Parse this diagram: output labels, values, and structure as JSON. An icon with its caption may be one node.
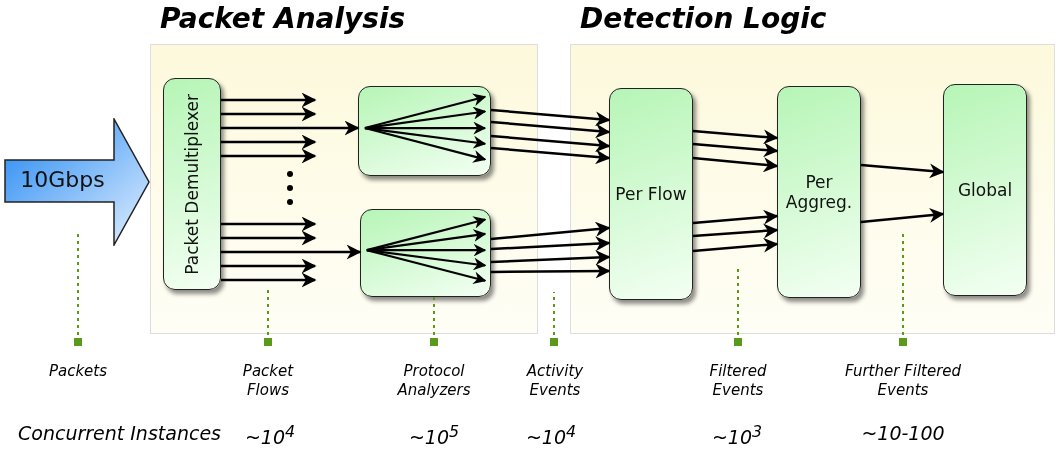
{
  "diagram": {
    "nodes": [
      {
        "text": [
          "10Gbps"
        ]
      },
      {
        "text": [
          "Packet Analysis"
        ]
      },
      {
        "text": [
          "Packet Demultiplexer"
        ],
        "in": 1
      },
      {
        "text": [],
        "shape": "box",
        "in": 1
      },
      {
        "text": [],
        "shape": "box",
        "in": 1
      },
      {
        "text": [
          "Detection Logic"
        ]
      },
      {
        "text": [
          "Per Flow"
        ],
        "in": 5
      },
      {
        "text": [
          "Per Aggreg."
        ],
        "in": 5
      },
      {
        "text": [
          "Global"
        ],
        "in": 5
      },
      {
        "text": [
          "Packets"
        ]
      },
      {
        "text": [
          "Packet Flows"
        ]
      },
      {
        "text": [
          "Protocol Analyzers"
        ]
      },
      {
        "text": [
          "Activity Events"
        ]
      },
      {
        "text": [
          "Filtered Events"
        ]
      },
      {
        "text": [
          "Further Filtered Events"
        ]
      }
    ],
    "edges": [
      {
        "from": 2,
        "to": null,
        "arrow": "to"
      },
      {
        "from": 2,
        "to": null,
        "arrow": "to"
      },
      {
        "from": 2,
        "to": 3,
        "arrow": "to"
      },
      {
        "from": 2,
        "to": null,
        "arrow": "to"
      },
      {
        "from": 2,
        "to": null,
        "arrow": "to"
      },
      {
        "from": 2,
        "to": null,
        "arrow": "to"
      },
      {
        "from": 2,
        "to": null,
        "arrow": "to"
      },
      {
        "from": 2,
        "to": 4,
        "arrow": "to"
      },
      {
        "from": 2,
        "to": null,
        "arrow": "to"
      },
      {
        "from": 2,
        "to": null,
        "arrow": "to"
      },
      {
        "from": 3,
        "to": 6,
        "arrow": "to"
      },
      {
        "from": 3,
        "to": 6,
        "arrow": "to"
      },
      {
        "from": 3,
        "to": 6,
        "arrow": "to"
      },
      {
        "from": 3,
        "to": 6,
        "arrow": "to"
      },
      {
        "from": 4,
        "to": 6,
        "arrow": "to"
      },
      {
        "from": 4,
        "to": 6,
        "arrow": "to"
      },
      {
        "from": 4,
        "to": 6,
        "arrow": "to"
      },
      {
        "from": 4,
        "to": 6,
        "arrow": "to"
      },
      {
        "from": 6,
        "to": 7,
        "arrow": "to"
      },
      {
        "from": 6,
        "to": 7,
        "arrow": "to"
      },
      {
        "from": 6,
        "to": 7,
        "arrow": "to"
      },
      {
        "from": 6,
        "to": 7,
        "arrow": "to"
      },
      {
        "from": 6,
        "to": 7,
        "arrow": "to"
      },
      {
        "from": 6,
        "to": 7,
        "arrow": "to"
      },
      {
        "from": 7,
        "to": 8,
        "arrow": "to"
      },
      {
        "from": 7,
        "to": 8,
        "arrow": "to"
      },
      {
        "from": 9,
        "to": null,
        "arrow": "other",
        "style": "dashed",
        "color": "#5a9a1a"
      },
      {
        "from": 10,
        "to": null,
        "arrow": "other",
        "style": "dashed",
        "color": "#5a9a1a"
      },
      {
        "from": 11,
        "to": 4,
        "arrow": "other",
        "style": "dashed",
        "color": "#5a9a1a"
      },
      {
        "from": 12,
        "to": null,
        "arrow": "other",
        "style": "dashed",
        "color": "#5a9a1a"
      },
      {
        "from": 13,
        "to": null,
        "arrow": "other",
        "style": "dashed",
        "color": "#5a9a1a"
      },
      {
        "from": 14,
        "to": null,
        "arrow": "other",
        "style": "dashed",
        "color": "#5a9a1a"
      }
    ],
    "labels": [
      "Concurrent Instances",
      "~10$^{4}$",
      "~10$^{5}$",
      "~10$^{4}$",
      "~10$^{3}$",
      "~10-100"
    ]
  }
}
